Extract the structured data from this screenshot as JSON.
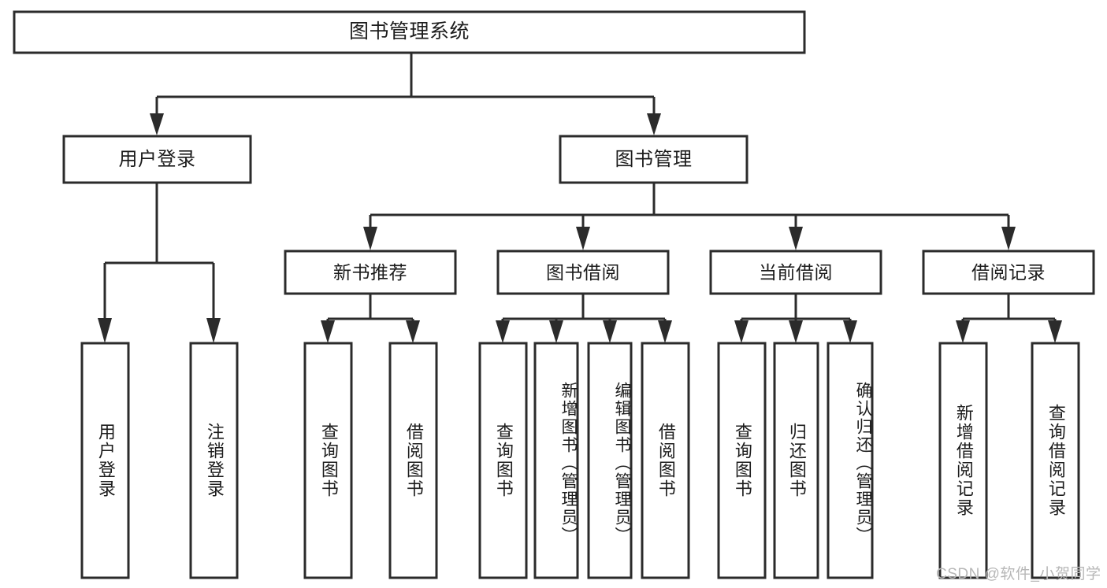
{
  "diagram": {
    "type": "tree-hierarchy",
    "title": "图书管理系统",
    "orientation": "top-down",
    "colors": {
      "box_stroke": "#2b2b2b",
      "box_fill": "#ffffff",
      "connector": "#2b2b2b",
      "text": "#1c1c1c",
      "background": "#ffffff",
      "watermark": "#b7b7b7"
    },
    "levels": {
      "root": {
        "label": "图书管理系统"
      },
      "level1": [
        {
          "label": "用户登录"
        },
        {
          "label": "图书管理"
        }
      ],
      "level2": [
        {
          "label": "新书推荐"
        },
        {
          "label": "图书借阅"
        },
        {
          "label": "当前借阅"
        },
        {
          "label": "借阅记录"
        }
      ],
      "leaves": {
        "user_login": [
          {
            "label": "用户登录"
          },
          {
            "label": "注销登录"
          }
        ],
        "new_book_recommend": [
          {
            "label": "查询图书"
          },
          {
            "label": "借阅图书"
          }
        ],
        "book_borrow": [
          {
            "label": "查询图书"
          },
          {
            "label": "新增图书（管理员）"
          },
          {
            "label": "编辑图书（管理员）"
          },
          {
            "label": "借阅图书"
          }
        ],
        "current_borrow": [
          {
            "label": "查询图书"
          },
          {
            "label": "归还图书"
          },
          {
            "label": "确认归还（管理员）"
          }
        ],
        "borrow_record": [
          {
            "label": "新增借阅记录"
          },
          {
            "label": "查询借阅记录"
          }
        ]
      }
    },
    "watermark": "CSDN @软件_小贺同学"
  }
}
